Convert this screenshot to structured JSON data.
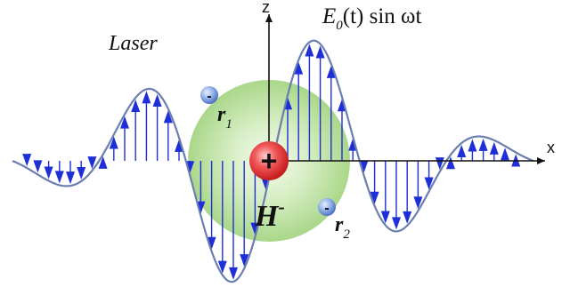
{
  "diagram": {
    "title_E": "E",
    "title_E_sub": "0",
    "title_rest": "(t) sin ωt",
    "laser_label": "Laser",
    "axis_z_label": "z",
    "axis_x_label": "x",
    "ion_label": "H",
    "ion_charge": "-",
    "nucleus_sign": "+",
    "electron1": {
      "sign": "-",
      "label": "r",
      "sub": "1"
    },
    "electron2": {
      "sign": "-",
      "label": "r",
      "sub": "2"
    },
    "colors": {
      "wave_line": "#6a7fb0",
      "arrow": "#1f2fd8",
      "atom_fill": "#b7e09a",
      "nucleus": "#e84040",
      "electron": "#6a8fd8"
    }
  }
}
